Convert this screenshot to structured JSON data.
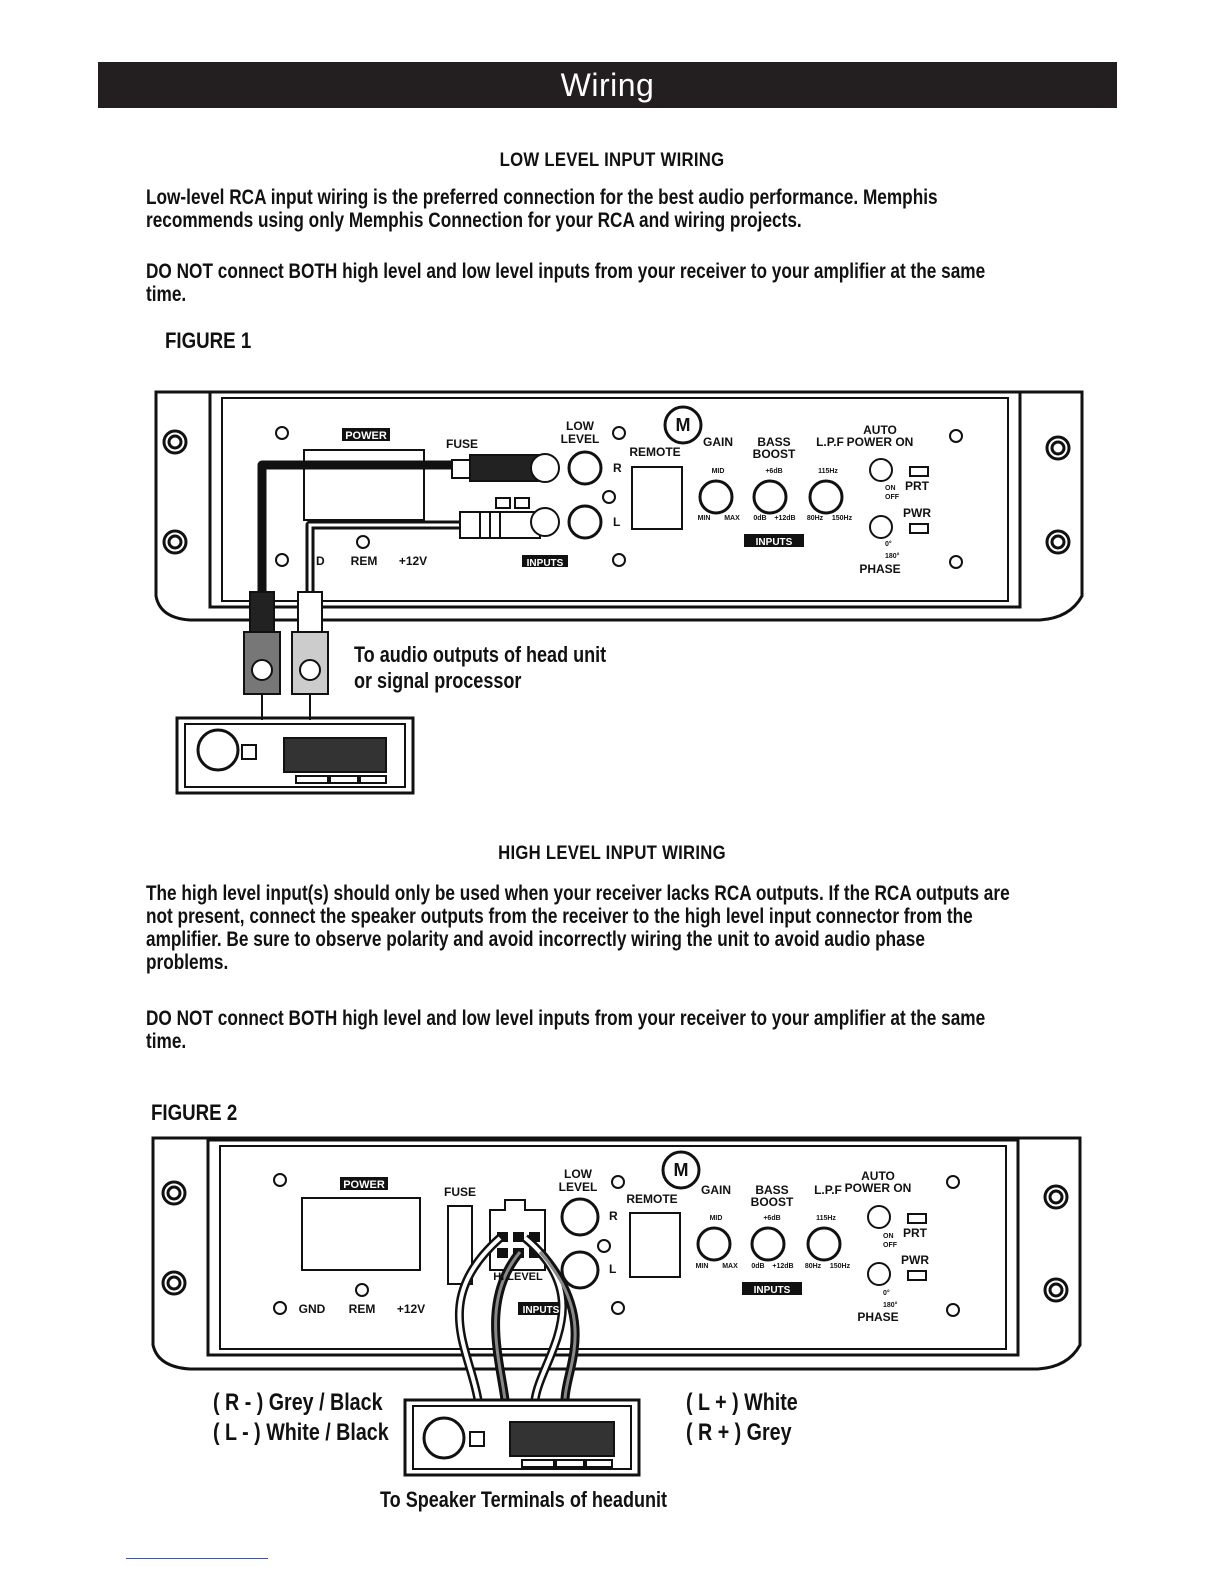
{
  "header": {
    "title": "Wiring"
  },
  "low_level": {
    "title": "LOW LEVEL INPUT WIRING",
    "para1_line1": "Low-level RCA input wiring is the preferred connection for the best audio performance.  Memphis",
    "para1_line2": "recommends using only Memphis Connection for your RCA and wiring projects.",
    "para2_line1": "DO NOT connect BOTH high level and low level inputs from your receiver to your amplifier at the same",
    "para2_line2": "time."
  },
  "figure1": {
    "label": "FIGURE 1",
    "caption_line1": "To audio outputs of head unit",
    "caption_line2": "or signal processor"
  },
  "high_level": {
    "title": "HIGH LEVEL INPUT WIRING",
    "para1_line1": "The high level input(s) should only be used when your receiver lacks RCA outputs.  If the RCA outputs are",
    "para1_line2": "not present, connect the speaker outputs from the receiver to the high level input connector from the",
    "para1_line3": "amplifier.  Be sure to observe polarity and avoid incorrectly wiring the unit to avoid audio phase",
    "para1_line4": "problems.",
    "para2_line1": "DO NOT connect BOTH high level and low level inputs from your receiver to your amplifier at the same",
    "para2_line2": "time."
  },
  "figure2": {
    "label": "FIGURE 2",
    "wire_left_1": "( R - ) Grey / Black",
    "wire_left_2": "( L - ) White / Black",
    "wire_right_1": "( L + ) White",
    "wire_right_2": "( R + ) Grey",
    "caption": "To Speaker Terminals of headunit"
  },
  "amp_panel": {
    "power": "POWER",
    "fuse": "FUSE",
    "low_level_1": "LOW",
    "low_level_2": "LEVEL",
    "remote": "REMOTE",
    "gain": "GAIN",
    "bass_1": "BASS",
    "bass_2": "BOOST",
    "lpf": "L.P.F",
    "auto_1": "AUTO",
    "auto_2": "POWER ON",
    "mid": "MID",
    "plus6": "+6dB",
    "hz115": "115Hz",
    "min": "MIN",
    "max": "MAX",
    "db0": "0dB",
    "db12": "+12dB",
    "hz80": "80Hz",
    "hz150": "150Hz",
    "inputs": "INPUTS",
    "r": "R",
    "l": "L",
    "on": "ON",
    "off": "OFF",
    "prt": "PRT",
    "pwr": "PWR",
    "deg0": "0°",
    "deg180": "180°",
    "phase": "PHASE",
    "gnd": "GND",
    "gnd_partial": "D",
    "rem": "REM",
    "v12": "+12V",
    "hi_level": "HI LEVEL"
  }
}
